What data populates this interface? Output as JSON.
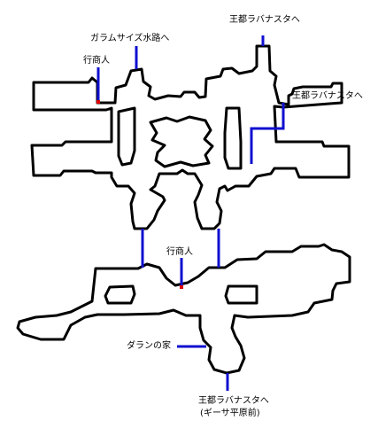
{
  "labels": {
    "exit_north_right": "王都ラバナスタへ",
    "exit_north_left": "ガラムサイズ水路へ",
    "merchant_upper": "行商人",
    "exit_east": "王都ラバナスタへ",
    "merchant_lower": "行商人",
    "house_dalan": "ダランの家",
    "exit_south_line1": "王都ラバナスタへ",
    "exit_south_line2": "(ギーサ平原前)"
  },
  "colors": {
    "wall": "#000000",
    "route": "#1010d0",
    "merchant_marker": "#e00000"
  }
}
